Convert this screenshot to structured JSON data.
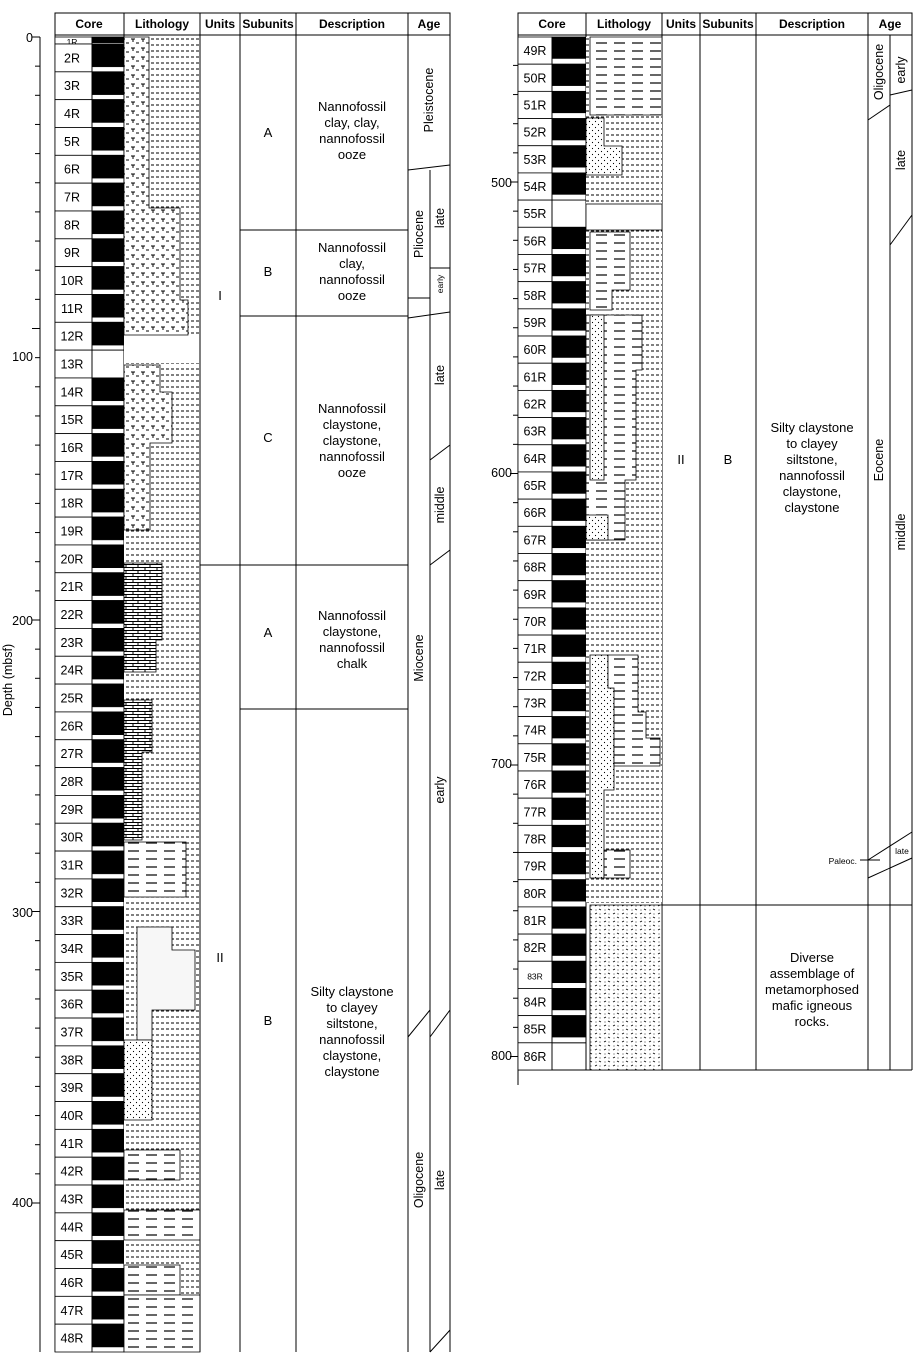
{
  "axis": {
    "ylabel": "Depth (mbsf)",
    "left_ticks": [
      "0",
      "100",
      "200",
      "300",
      "400"
    ],
    "right_ticks": [
      "500",
      "600",
      "700",
      "800"
    ]
  },
  "headers": {
    "left": [
      "Core",
      "Lithology",
      "Units",
      "Subunits",
      "Description",
      "Age"
    ],
    "right": [
      "Core",
      "Lithology",
      "Units",
      "Subunits",
      "Description",
      "Age"
    ]
  },
  "cores_left": [
    "1R",
    "2R",
    "3R",
    "4R",
    "5R",
    "6R",
    "7R",
    "8R",
    "9R",
    "10R",
    "11R",
    "12R",
    "13R",
    "14R",
    "15R",
    "16R",
    "17R",
    "18R",
    "19R",
    "20R",
    "21R",
    "22R",
    "23R",
    "24R",
    "25R",
    "26R",
    "27R",
    "28R",
    "29R",
    "30R",
    "31R",
    "32R",
    "33R",
    "34R",
    "35R",
    "36R",
    "37R",
    "38R",
    "39R",
    "40R",
    "41R",
    "42R",
    "43R",
    "44R",
    "45R",
    "46R",
    "47R",
    "48R"
  ],
  "cores_right": [
    "49R",
    "50R",
    "51R",
    "52R",
    "53R",
    "54R",
    "55R",
    "56R",
    "57R",
    "58R",
    "59R",
    "60R",
    "61R",
    "62R",
    "63R",
    "64R",
    "65R",
    "66R",
    "67R",
    "68R",
    "69R",
    "70R",
    "71R",
    "72R",
    "73R",
    "74R",
    "75R",
    "76R",
    "77R",
    "78R",
    "79R",
    "80R",
    "81R",
    "82R",
    "83R",
    "84R",
    "85R",
    "86R"
  ],
  "units": {
    "I": "I",
    "II_left": "II",
    "II_right": "II"
  },
  "subunits": {
    "A1": "A",
    "B1": "B",
    "C1": "C",
    "A2": "A",
    "B2": "B",
    "B3": "B"
  },
  "descriptions": {
    "d1": [
      "Nannofossil",
      "clay, clay,",
      "nannofossil",
      "ooze"
    ],
    "d2": [
      "Nannofossil",
      "clay,",
      "nannofossil",
      "ooze"
    ],
    "d3": [
      "Nannofossil",
      "claystone,",
      "claystone,",
      "nannofossil",
      "ooze"
    ],
    "d4": [
      "Nannofossil",
      "claystone,",
      "nannofossil",
      "chalk"
    ],
    "d5": [
      "Silty claystone",
      "to clayey",
      "siltstone,",
      "nannofossil",
      "claystone,",
      "claystone"
    ],
    "d6": [
      "Silty claystone",
      "to clayey",
      "siltstone,",
      "nannofossil",
      "claystone,",
      "claystone"
    ],
    "d7": [
      "Diverse",
      "assemblage of",
      "metamorphosed",
      "mafic igneous",
      "rocks."
    ]
  },
  "ages_left": {
    "pleistocene": "Pleistocene",
    "pliocene": "Pliocene",
    "pliocene_late": "late",
    "pliocene_early": "early",
    "miocene": "Miocene",
    "miocene_late": "late",
    "miocene_middle": "middle",
    "miocene_early": "early",
    "oligocene": "Oligocene",
    "oligocene_late": "late"
  },
  "ages_right": {
    "oligocene": "Oligocene",
    "oligocene_early": "early",
    "eocene_late": "late",
    "eocene": "Eocene",
    "eocene_middle": "middle",
    "paleocene": "Paleoc.",
    "paleocene_late": "late"
  }
}
